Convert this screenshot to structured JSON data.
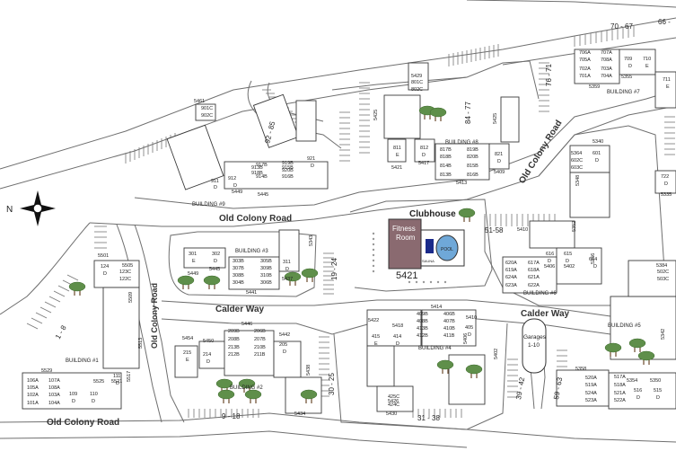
{
  "colors": {
    "road": "#6f6f6f",
    "fitness": "#8a6a70",
    "pool": "#6fa8d8",
    "sauna": "#1a2a8a",
    "tree": "#5f8f4a"
  },
  "roads": {
    "old_colony_top": "Old Colony Road",
    "old_colony_left": "Old Colony Road",
    "old_colony_bottom": "Old Colony Road",
    "old_colony_right": "Old Colony Road",
    "calder_left": "Calder Way",
    "calder_right": "Calder Way"
  },
  "compass": {
    "label": "N"
  },
  "clubhouse": {
    "title": "Clubhouse",
    "fitness_line1": "Fitness",
    "fitness_line2": "Room",
    "sauna": "SAUNA",
    "pool": "POOL",
    "number": "5421"
  },
  "garages": {
    "line1": "Garages",
    "line2": "1-10"
  },
  "parking_labels": {
    "p1": "70 - 67",
    "p2": "66 -",
    "p3": "76 - 71",
    "p4": "84 - 77",
    "p5": "92 - 85",
    "p6": "51-58",
    "p7": "19 - 24",
    "p8": "1 - 8",
    "p9": "9 - 18",
    "p10": "30 - 25",
    "p11": "31 - 38",
    "p12": "39 - 42",
    "p13": "59 - 63"
  },
  "building_labels": {
    "b1": "BUILDING #1",
    "b2": "BUILDING #2",
    "b3": "BUILDING #3",
    "b4": "BUILDING #4",
    "b5": "BUILDING #5",
    "b6": "BUILDING #6",
    "b7": "BUILDING #7",
    "b8": "BUILDING #8",
    "b9": "BUILDING #9"
  },
  "address_labels": {
    "a5461": "5461",
    "a5445_9": "5445",
    "a5449_9": "5449",
    "a5429": "5429",
    "a5425": "5425",
    "a5421": "5421",
    "a5417": "5417",
    "a5413": "5413",
    "a5409": "5409",
    "a5425b": "5425",
    "a5359": "5359",
    "a5355": "5355",
    "a5340": "5340",
    "a5364": "5364",
    "a5348": "5348",
    "a5352": "5352",
    "a5410": "5410",
    "a5406": "5406",
    "a5402": "5402",
    "a5356": "5356",
    "a5335": "5335",
    "a5343": "5343",
    "a5441": "5441",
    "a5437": "5437",
    "a5449_3": "5449",
    "a5445_3": "5445",
    "a5501": "5501",
    "a5505": "5505",
    "a5509": "5509",
    "a5513": "5513",
    "a5517": "5517",
    "a5525": "5525",
    "a5521": "5521",
    "a5529": "5529",
    "a5446": "5446",
    "a5442": "5442",
    "a5450": "5450",
    "a5454": "5454",
    "a5438": "5438",
    "a5434": "5434",
    "a5414": "5414",
    "a5422": "5422",
    "a5418": "5418",
    "a5430": "5430",
    "a5426": "5426",
    "a5358": "5358",
    "a5354": "5354",
    "a5350": "5350",
    "a5384": "5384",
    "a5342": "5342",
    "a5410b": "5410"
  },
  "units": {
    "u901c": "901C",
    "u902c": "902C",
    "u911": "911",
    "u912": "912",
    "u913b": "913B",
    "u914b": "914B",
    "u915b": "915B",
    "u916b": "916B",
    "u917b": "917B",
    "u918b": "918B",
    "u919b": "919B",
    "u920b": "920B",
    "u921": "921",
    "u801c": "801C",
    "u802c": "802C",
    "u811": "811",
    "u812": "812",
    "u821": "821",
    "u817b": "817B",
    "u818b": "818B",
    "u819b": "819B",
    "u820b": "820B",
    "u813b": "813B",
    "u814b": "814B",
    "u815b": "815B",
    "u816b": "816B",
    "u709": "709",
    "u710": "710",
    "u705a": "705A",
    "u706a": "706A",
    "u707a": "707A",
    "u708a": "708A",
    "u701a": "701A",
    "u702a": "702A",
    "u703a": "703A",
    "u704a": "704A",
    "u601": "601",
    "u602c": "602C",
    "u603c": "603C",
    "u614": "614",
    "u615": "615",
    "u616": "616",
    "u620a": "620A",
    "u617a": "617A",
    "u619a": "619A",
    "u618a": "618A",
    "u624a": "624A",
    "u621a": "621A",
    "u623a": "623A",
    "u622a": "622A",
    "u301": "301",
    "u302": "302",
    "u311": "311",
    "u307b": "307B",
    "u308b": "308B",
    "u309b": "309B",
    "u310b": "310B",
    "u303b": "303B",
    "u304b": "304B",
    "u305b": "305B",
    "u306b": "306B",
    "u124": "124",
    "u123c": "123C",
    "u122c": "122C",
    "u111": "111",
    "u109": "109",
    "u110": "110",
    "u106a": "106A",
    "u107a": "107A",
    "u105a": "105A",
    "u108a": "108A",
    "u102a": "102A",
    "u103a": "103A",
    "u101a": "101A",
    "u104a": "104A",
    "u209b": "209B",
    "u206b": "206B",
    "u208b": "208B",
    "u207b": "207B",
    "u213b": "213B",
    "u210b": "210B",
    "u212b": "212B",
    "u211b": "211B",
    "u214": "214",
    "u215": "215",
    "u205": "205",
    "u409b": "409B",
    "u406b": "406B",
    "u408b": "408B",
    "u407b": "407B",
    "u413b": "413B",
    "u410b": "410B",
    "u412b": "412B",
    "u411b": "411B",
    "u414": "414",
    "u415": "415",
    "u405": "405",
    "u425c": "425C",
    "u424c": "424C",
    "u520a": "520A",
    "u517a": "517A",
    "u519a": "519A",
    "u518a": "518A",
    "u524a": "524A",
    "u521a": "521A",
    "u523a": "523A",
    "u522a": "522A",
    "u516": "516",
    "u515": "515",
    "u502c": "502C",
    "u503c": "503C",
    "u722": "722",
    "u711": "711"
  },
  "letters": {
    "d": "D",
    "e": "E"
  }
}
